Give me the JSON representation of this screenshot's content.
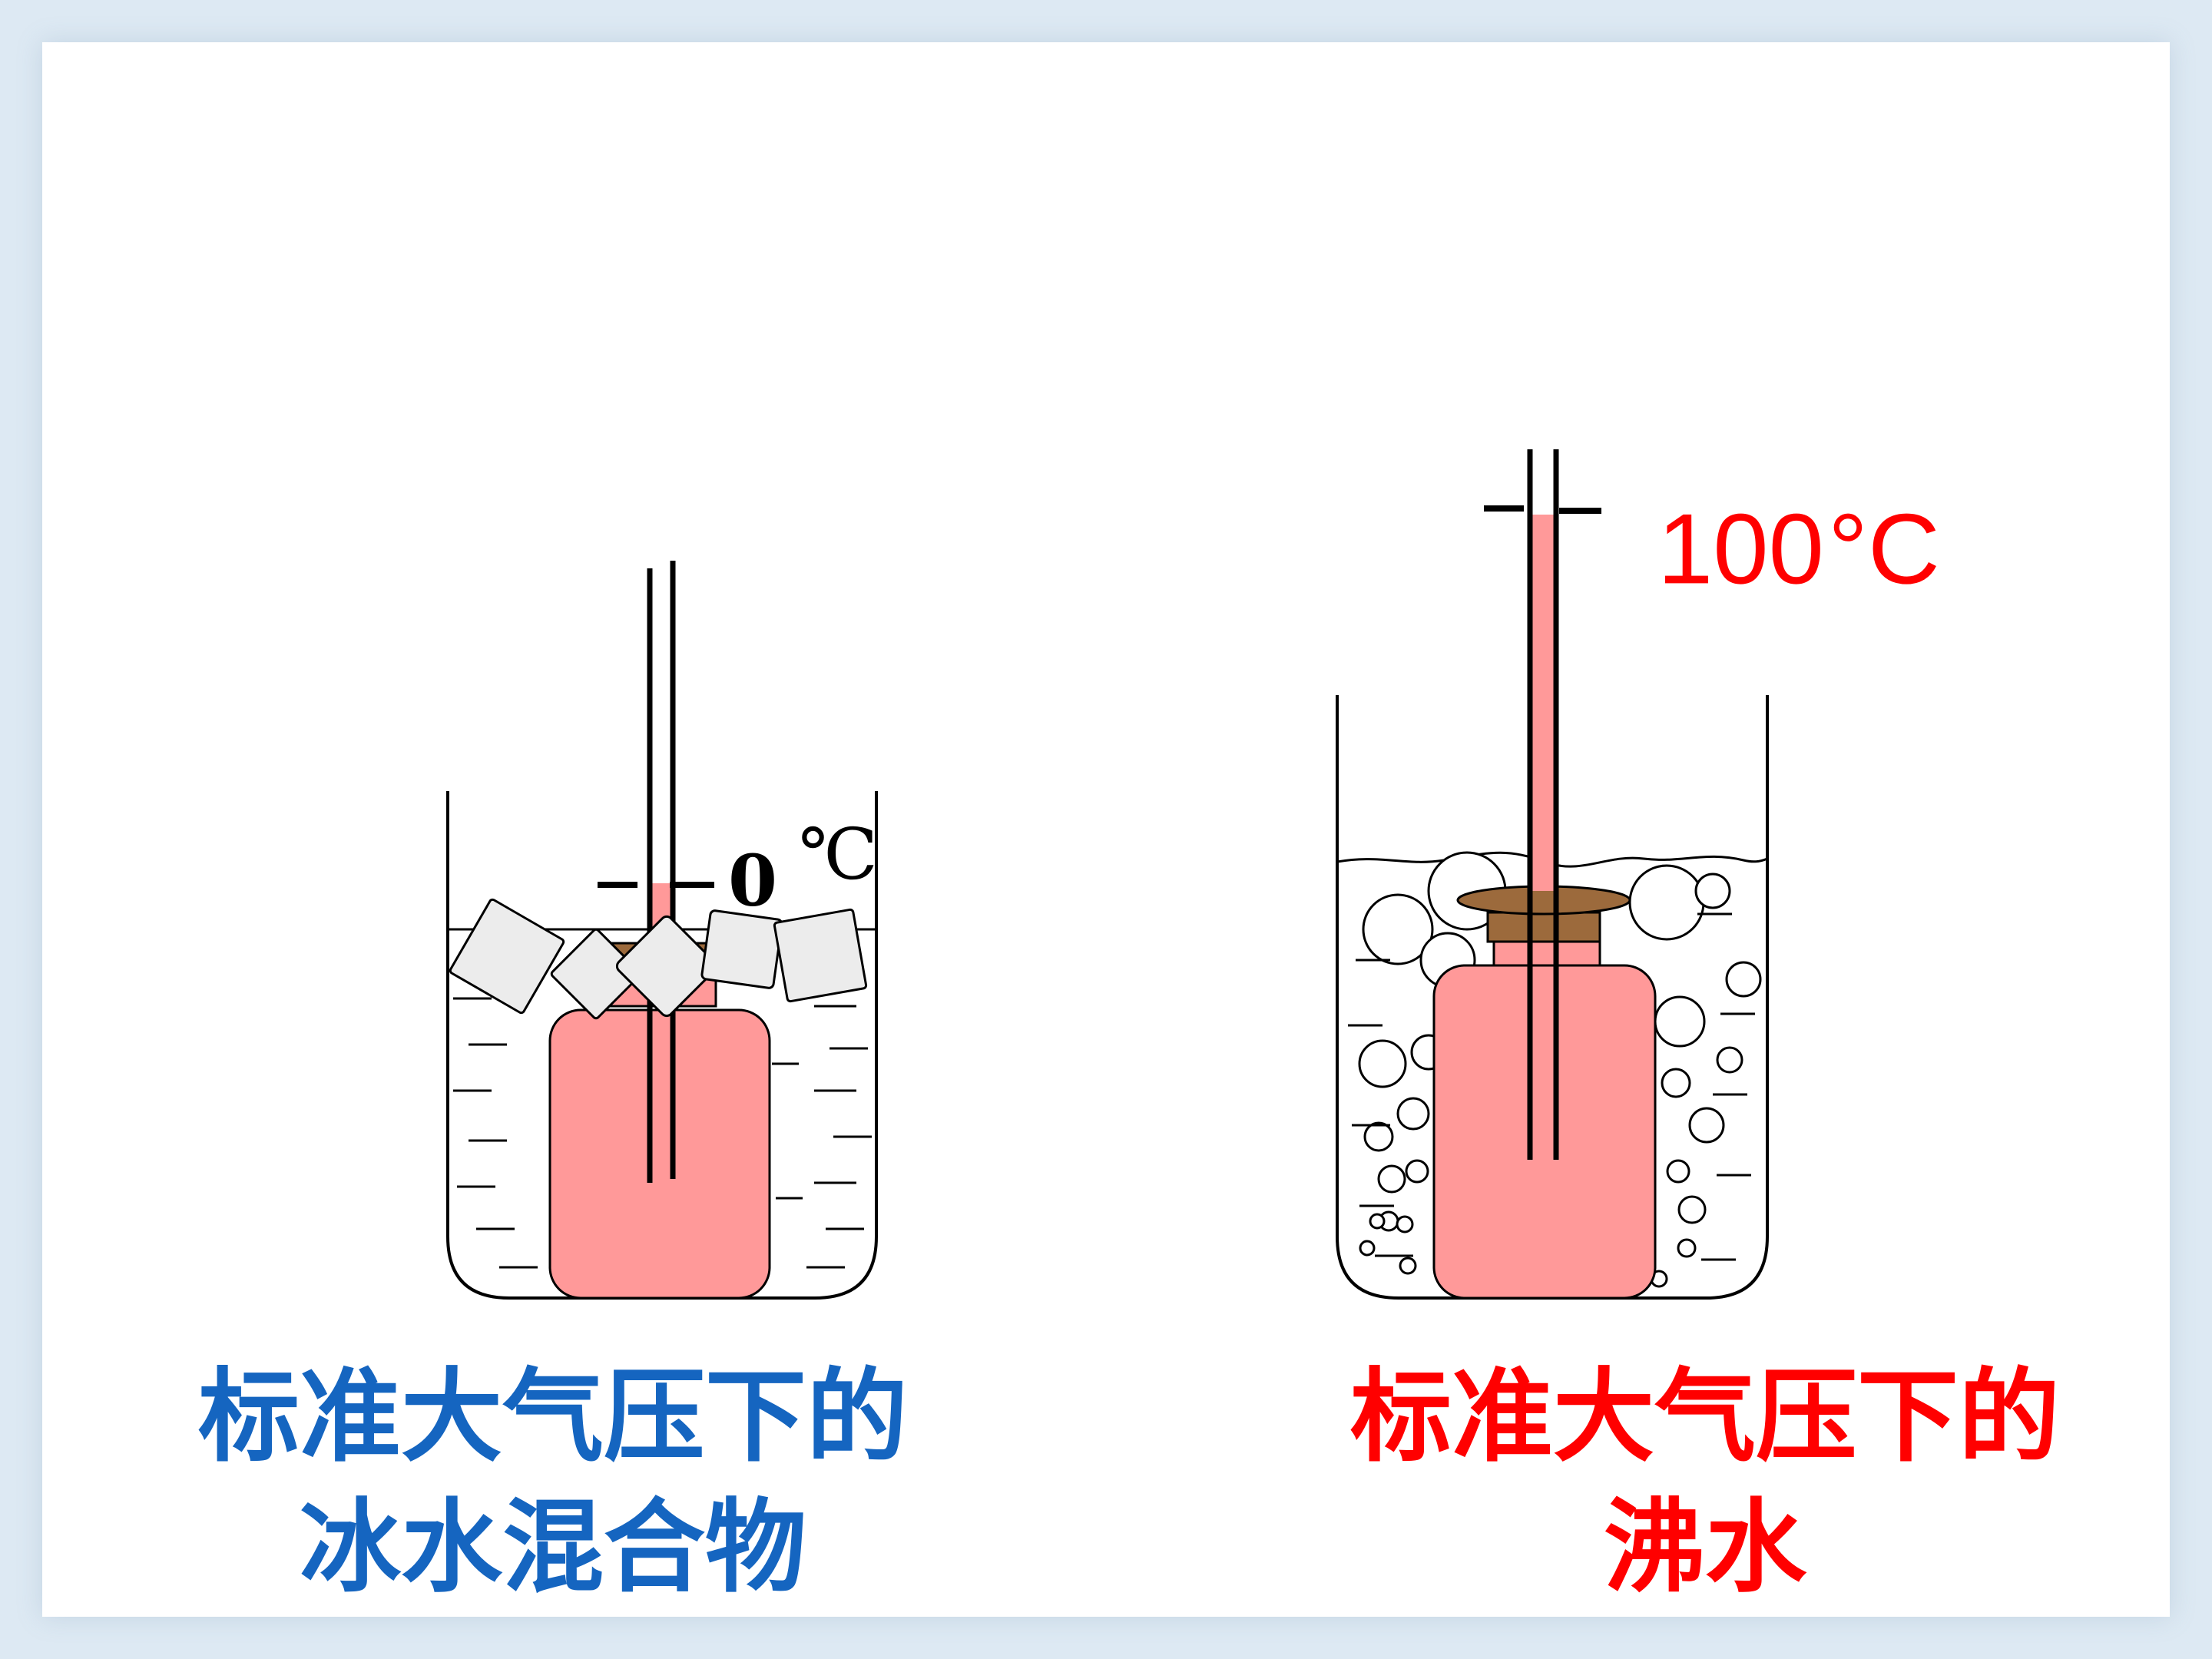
{
  "colors": {
    "blue_text": "#1565c0",
    "red_text": "#ff0000",
    "liquid_pink": "#ff9999",
    "stopper_brown": "#9c6a3c",
    "ice_gray": "#ececec",
    "line": "#000000"
  },
  "left": {
    "temp_value": "0",
    "temp_unit": "℃",
    "caption_line1": "标准大气压下的",
    "caption_line2": "冰水混合物"
  },
  "right": {
    "temp_value": "100",
    "temp_unit": "°C",
    "caption_line1": "标准大气压下的",
    "caption_line2": "沸水"
  }
}
